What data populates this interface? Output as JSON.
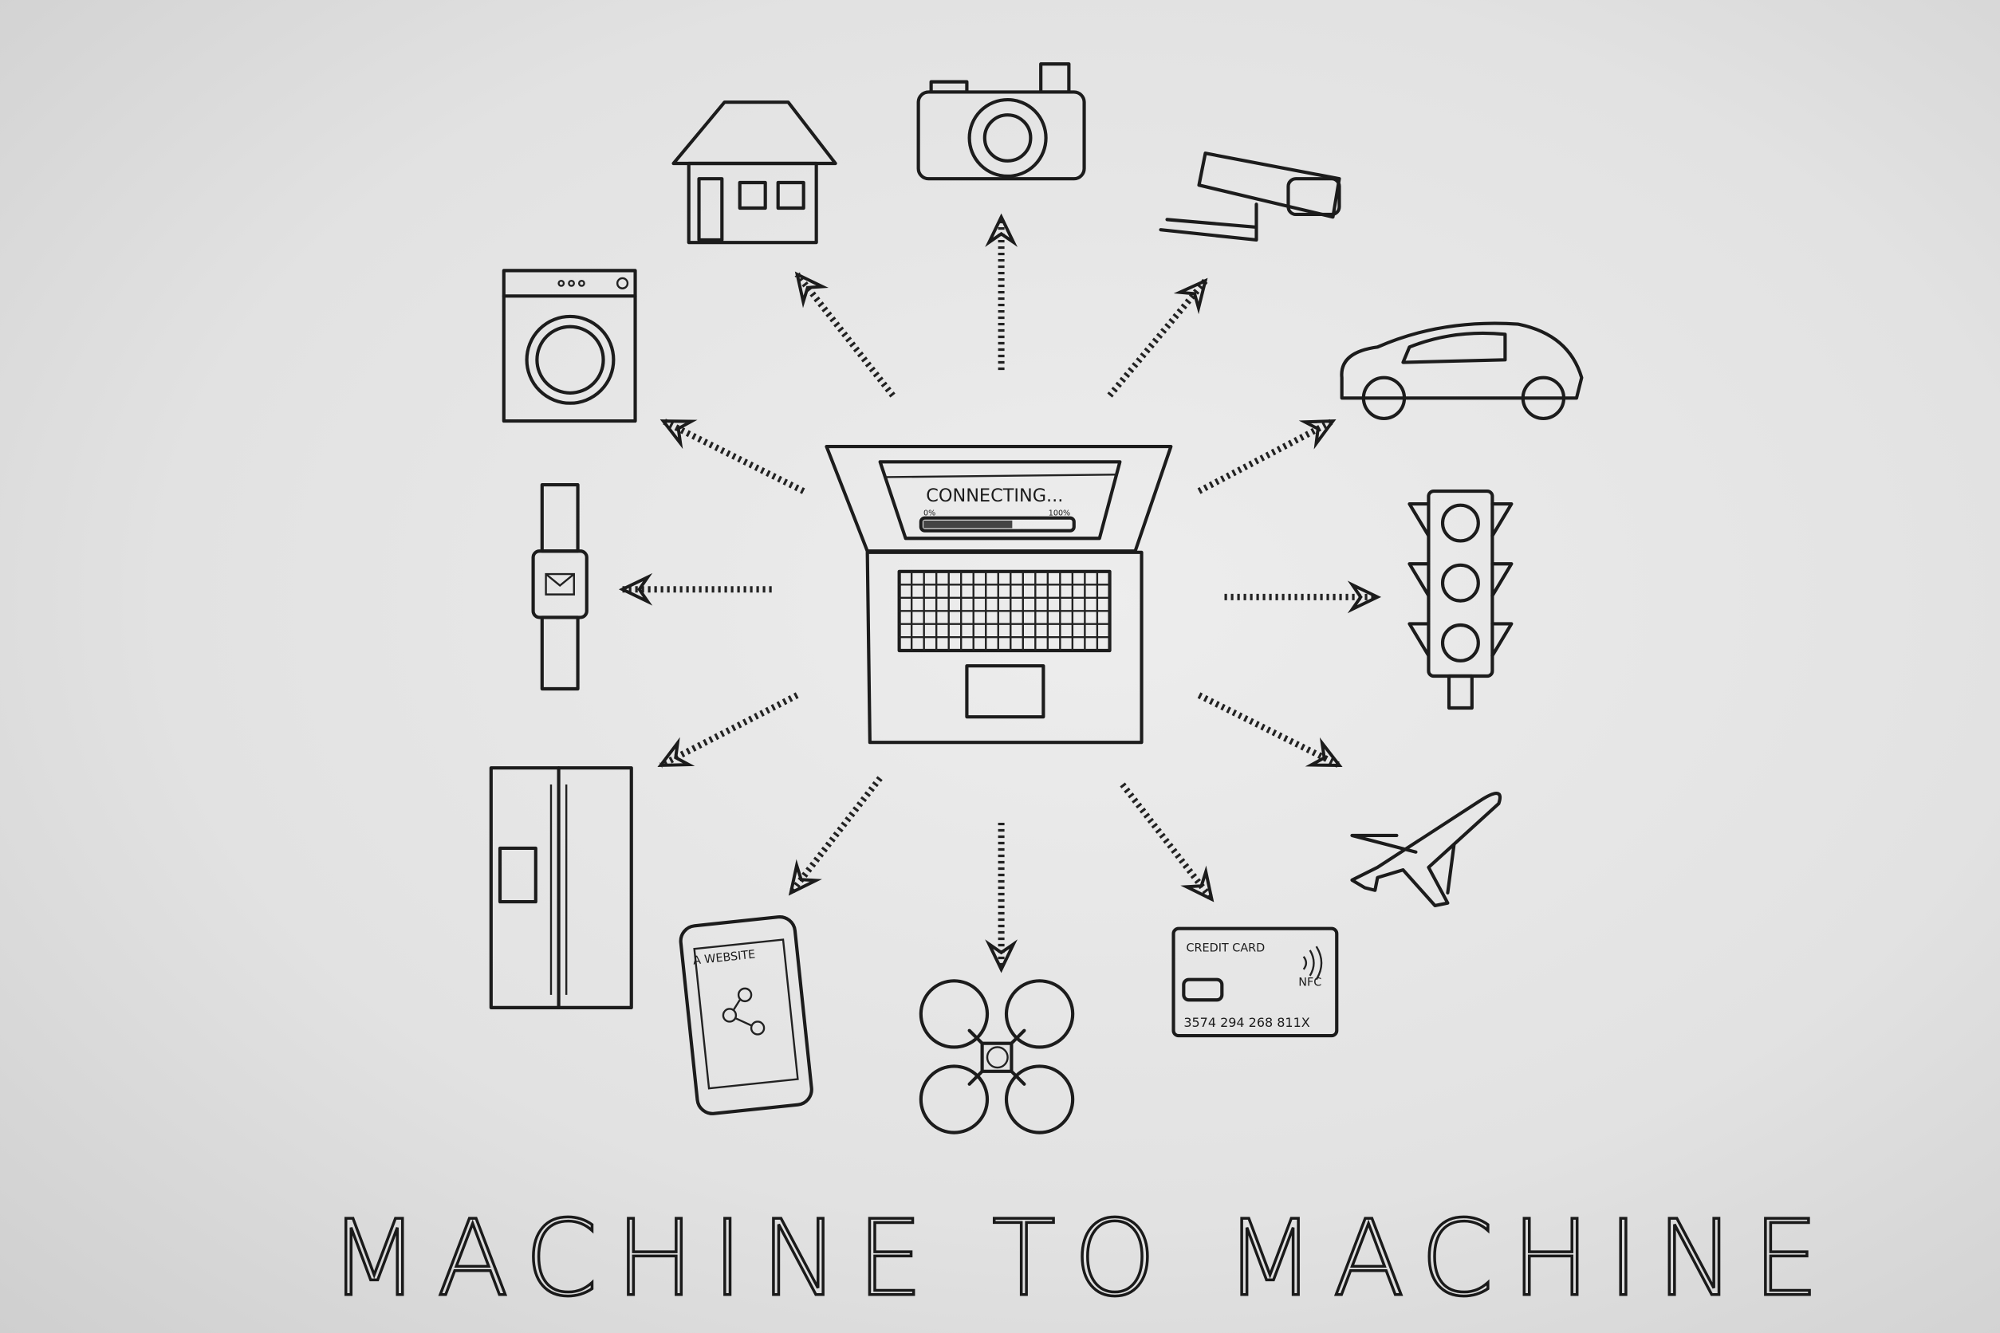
{
  "title": "MACHINE TO MACHINE",
  "laptop": {
    "status_text": "CONNECTING...",
    "progress_min_label": "0%",
    "progress_max_label": "100%",
    "progress_fraction": 0.6
  },
  "phone": {
    "screen_title": "A WEBSITE"
  },
  "credit_card": {
    "label": "CREDIT CARD",
    "nfc_label": "NFC",
    "number": "3574 294 268 811X"
  },
  "devices": [
    "house-icon",
    "camera-icon",
    "cctv-camera-icon",
    "washing-machine-icon",
    "car-icon",
    "smartwatch-icon",
    "traffic-light-icon",
    "fridge-icon",
    "airplane-icon",
    "smartphone-icon",
    "drone-icon",
    "credit-card-icon"
  ]
}
